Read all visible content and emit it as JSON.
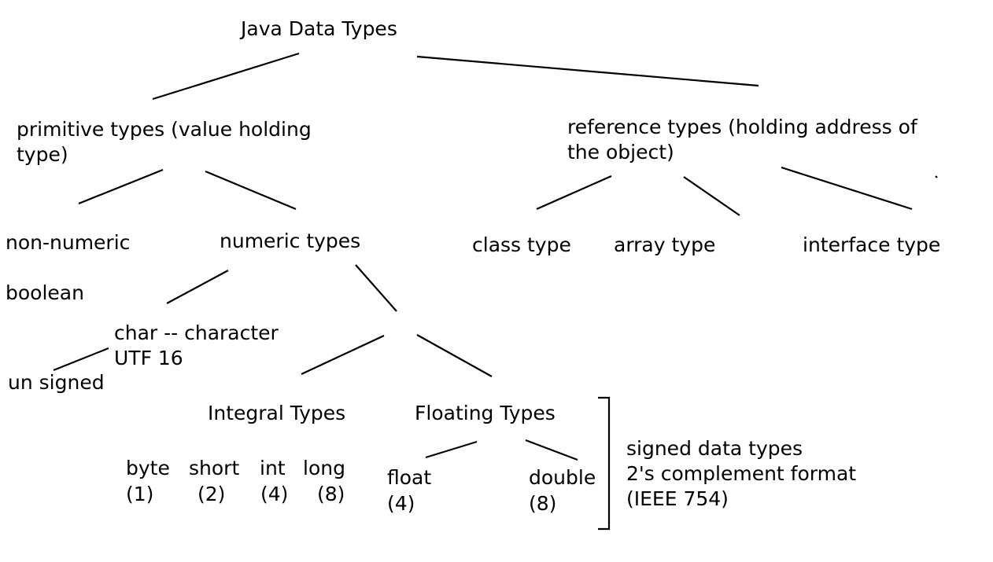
{
  "diagram": {
    "nodes": {
      "root": "Java Data Types",
      "primitive_line1": "primitive types (value holding",
      "primitive_line2": "type)",
      "reference_line1": "reference types (holding address of",
      "reference_line2": "the object)",
      "non_numeric": "non-numeric",
      "boolean": "boolean",
      "numeric": "numeric types",
      "class_type": "class type",
      "array_type": "array type",
      "interface_type": "interface type",
      "char_line1": "char -- character",
      "char_line2": "UTF 16",
      "unsigned": "un signed",
      "integral": "Integral Types",
      "floating": "Floating Types",
      "byte": "byte",
      "byte_size": "(1)",
      "short": "short",
      "short_size": "(2)",
      "int": "int",
      "int_size": "(4)",
      "long": "long",
      "long_size": "(8)",
      "float": "float",
      "float_size": "(4)",
      "double": "double",
      "double_size": "(8)",
      "signed_line1": "signed data types",
      "signed_line2": "2's complement format",
      "signed_line3": "(IEEE 754)"
    }
  }
}
